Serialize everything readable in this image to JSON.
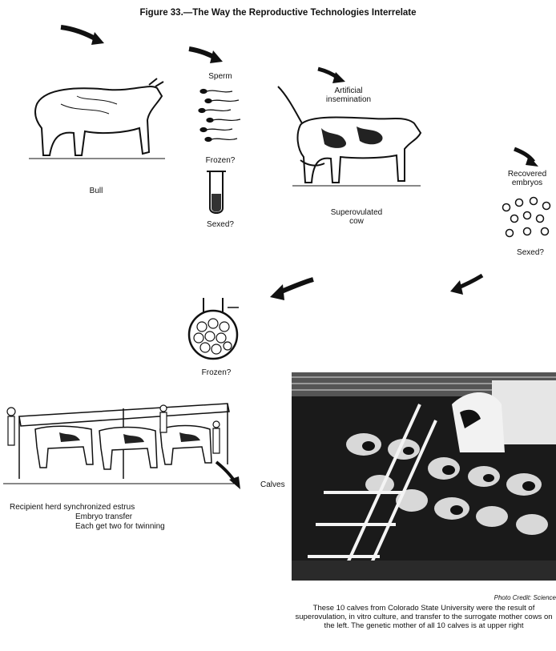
{
  "figure": {
    "title": "Figure 33.—The Way the Reproductive Technologies Interrelate"
  },
  "labels": {
    "bull": "Bull",
    "sperm": "Sperm",
    "sperm_frozen": "Frozen?",
    "sperm_sexed": "Sexed?",
    "artificial_insemination": "Artificial insemination",
    "superovulated_cow": "Superovulated cow",
    "recovered_embryos": "Recovered embryos",
    "embryos_sexed": "Sexed?",
    "flask_frozen": "Frozen?",
    "calves": "Calves",
    "recipient_line1": "Recipient herd synchronized estrus",
    "recipient_line2": "Embryo transfer",
    "recipient_line3": "Each get two for twinning"
  },
  "photo": {
    "credit": "Photo Credit: Science",
    "caption": "These 10 calves from Colorado State University were the result of superovulation, in vitro culture, and transfer to the surrogate mother cows on the left. The genetic mother of all 10 calves is at upper right"
  }
}
